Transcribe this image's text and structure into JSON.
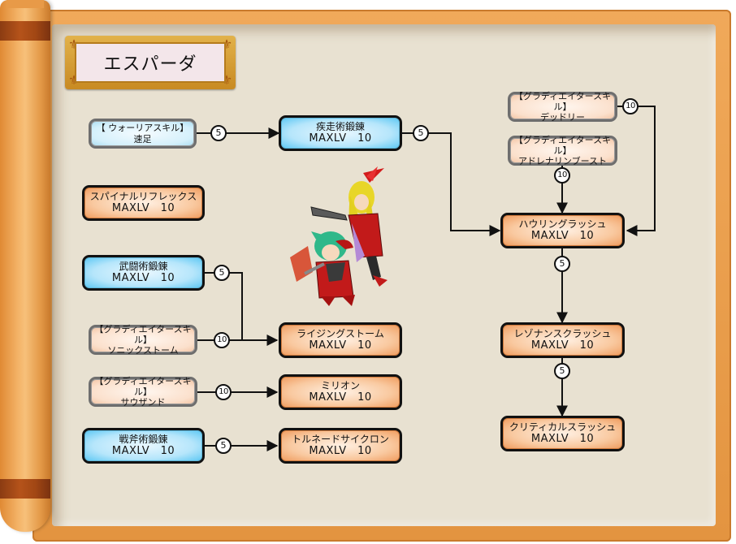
{
  "title": "エスパーダ",
  "colors": {
    "parchment": "#e8e1d1",
    "scroll_orange": "#f0a95a",
    "roller_band": "#a24714",
    "trainable_blue": "#b6e6fb",
    "skill_orange": "#f9c9a0",
    "title_plate_gold": "#c88a22",
    "title_plate_bg": "#f3e6ea"
  },
  "nodes": {
    "warrior_swift": {
      "line1": "【 ウォーリアスキル】",
      "line2": "速足"
    },
    "shissou": {
      "line1": "疾走術鍛錬",
      "line2": "MAXLV　10"
    },
    "spinal": {
      "line1": "スパイナルリフレックス",
      "line2": "MAXLV　10"
    },
    "butou": {
      "line1": "武闘術鍛錬",
      "line2": "MAXLV　10"
    },
    "glad_sonic": {
      "line1": "【グラディエイタースキル】",
      "line2": "ソニックストーム"
    },
    "rising": {
      "line1": "ライジングストーム",
      "line2": "MAXLV　10"
    },
    "glad_thousand": {
      "line1": "【グラディエイタースキル】",
      "line2": "サウザンド"
    },
    "million": {
      "line1": "ミリオン",
      "line2": "MAXLV　10"
    },
    "senpu": {
      "line1": "戦斧術鍛錬",
      "line2": "MAXLV　10"
    },
    "tornado": {
      "line1": "トルネードサイクロン",
      "line2": "MAXLV　10"
    },
    "glad_deadly": {
      "line1": "【グラディエイタースキル】",
      "line2": "デッドリー"
    },
    "glad_adrenaline": {
      "line1": "【グラディエイタースキル】",
      "line2": "アドレナリンブースト"
    },
    "howling": {
      "line1": "ハウリングラッシュ",
      "line2": "MAXLV　10"
    },
    "resonance": {
      "line1": "レゾナンスクラッシュ",
      "line2": "MAXLV　10"
    },
    "critical": {
      "line1": "クリティカルスラッシュ",
      "line2": "MAXLV　10"
    }
  },
  "edges": [
    {
      "from": "warrior_swift",
      "to": "shissou",
      "required_level": "5"
    },
    {
      "from": "shissou",
      "to": "howling",
      "required_level": "5"
    },
    {
      "from": "glad_deadly",
      "to": "howling",
      "required_level": "10"
    },
    {
      "from": "glad_adrenaline",
      "to": "howling",
      "required_level": "10"
    },
    {
      "from": "howling",
      "to": "resonance",
      "required_level": "5"
    },
    {
      "from": "resonance",
      "to": "critical",
      "required_level": "5"
    },
    {
      "from": "butou",
      "to": "rising",
      "required_level": "5"
    },
    {
      "from": "glad_sonic",
      "to": "rising",
      "required_level": "10"
    },
    {
      "from": "glad_thousand",
      "to": "million",
      "required_level": "10"
    },
    {
      "from": "senpu",
      "to": "tornado",
      "required_level": "5"
    }
  ],
  "character_illustration": "espada-duo-sprite"
}
